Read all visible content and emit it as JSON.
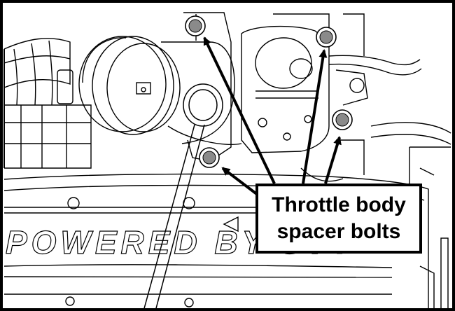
{
  "image": {
    "type": "technical line illustration",
    "subject": "engine intake with throttle body"
  },
  "callout": {
    "line1": "Throttle body",
    "line2": "spacer bolts"
  },
  "engraved_text": "POWERED BY SVT",
  "colors": {
    "ink": "#000000",
    "paper": "#ffffff",
    "bolt": "#8a8a8a"
  }
}
